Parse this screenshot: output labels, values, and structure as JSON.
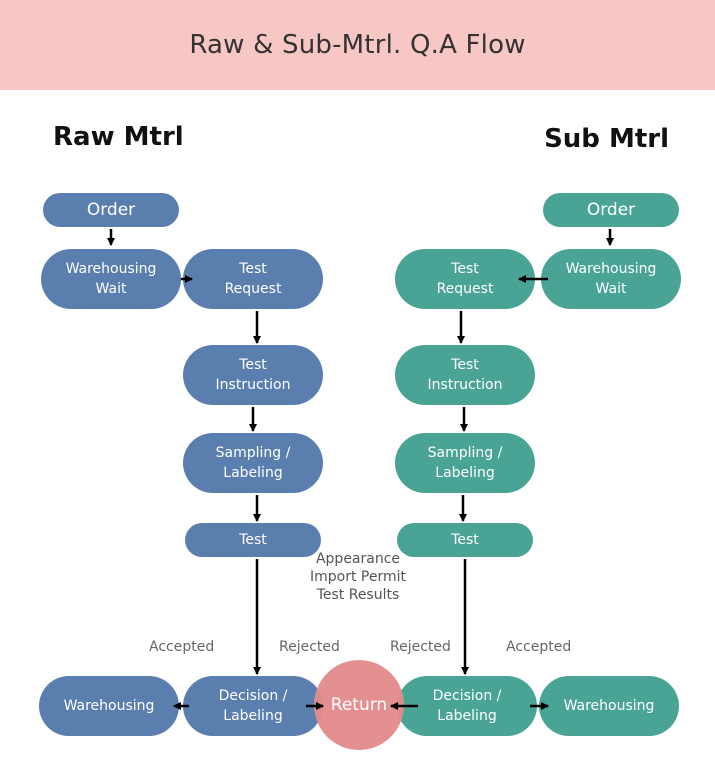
{
  "header": {
    "title": "Raw & Sub-Mtrl. Q.A Flow"
  },
  "raw": {
    "title": "Raw Mtrl",
    "order": "Order",
    "warehousing_wait": "Warehousing\nWait",
    "test_request": "Test\nRequest",
    "test_instruction": "Test\nInstruction",
    "sampling_labeling": "Sampling /\nLabeling",
    "test": "Test",
    "decision_labeling": "Decision /\nLabeling",
    "warehousing": "Warehousing",
    "accepted": "Accepted",
    "rejected": "Rejected"
  },
  "sub": {
    "title": "Sub Mtrl",
    "order": "Order",
    "warehousing_wait": "Warehousing\nWait",
    "test_request": "Test\nRequest",
    "test_instruction": "Test\nInstruction",
    "sampling_labeling": "Sampling /\nLabeling",
    "test": "Test",
    "decision_labeling": "Decision /\nLabeling",
    "warehousing": "Warehousing",
    "accepted": "Accepted",
    "rejected": "Rejected"
  },
  "return_label": "Return",
  "note": "Appearance\nImport Permit\nTest Results",
  "colors": {
    "raw": "#5a7eae",
    "sub": "#4aa496",
    "return": "#e48b8b",
    "header": "#f7c7c6"
  }
}
